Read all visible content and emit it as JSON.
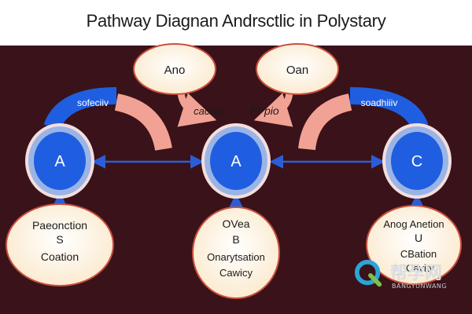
{
  "title": "Pathway Diagnan Andrsctlic in Polystary",
  "nodes": {
    "a": {
      "letter": "A"
    },
    "b": {
      "letter": "A"
    },
    "c": {
      "letter": "C"
    }
  },
  "top_bubbles": {
    "left": "Ano",
    "right": "Oan"
  },
  "mid_labels": {
    "left": "cacinw",
    "right": "PPpio"
  },
  "arc_labels": {
    "left": "sofeciiv",
    "right": "soadhiiiv"
  },
  "bottom_bubbles": {
    "left": {
      "line1": "Paeonction",
      "line2": "S",
      "line3": "Coation"
    },
    "center": {
      "line1": "OVea",
      "line2": "B",
      "line3": "Onarytsation",
      "line4": "Cawicy"
    },
    "right": {
      "line1": "Anog Anetion",
      "line2": "U",
      "line3": "CBation",
      "line4": "Cavity"
    }
  },
  "watermark": {
    "text": "帮孕网",
    "sub": "BANGYUNWANG"
  },
  "colors": {
    "background": "#3a1219",
    "node_blue": "#1f5ee0",
    "arrow_blue": "#2a5ed8",
    "arc_salmon": "#f1a294",
    "bubble_fill": "#fff6df"
  }
}
